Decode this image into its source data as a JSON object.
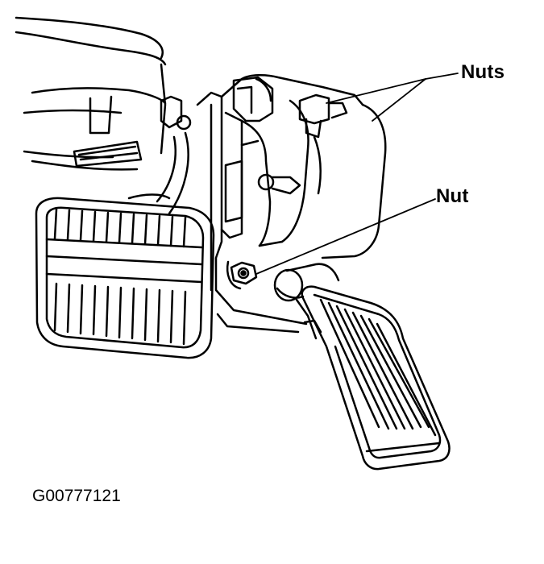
{
  "diagram": {
    "callouts": [
      {
        "id": "nuts",
        "text": "Nuts"
      },
      {
        "id": "nut",
        "text": "Nut"
      }
    ],
    "figure_id": "G00777121",
    "colors": {
      "line": "#000000",
      "background": "#ffffff"
    }
  }
}
